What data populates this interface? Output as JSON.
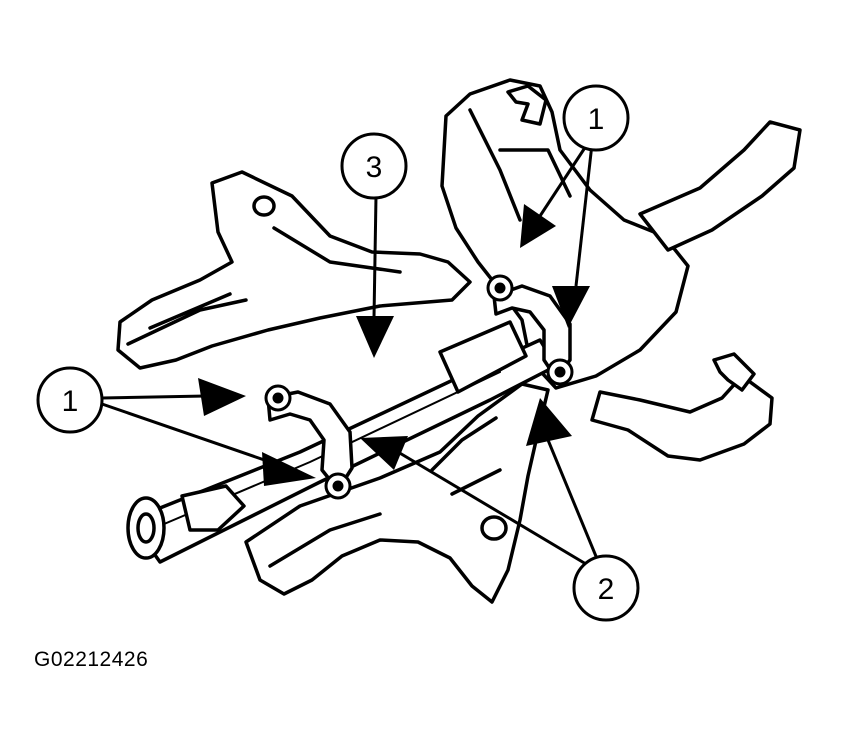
{
  "figure_id": "G02212426",
  "callouts": [
    {
      "id": "callout-1-upper-right",
      "label": "1"
    },
    {
      "id": "callout-1-left",
      "label": "1"
    },
    {
      "id": "callout-2",
      "label": "2"
    },
    {
      "id": "callout-3",
      "label": "3"
    }
  ],
  "colors": {
    "ink": "#000000",
    "paper": "#ffffff"
  }
}
